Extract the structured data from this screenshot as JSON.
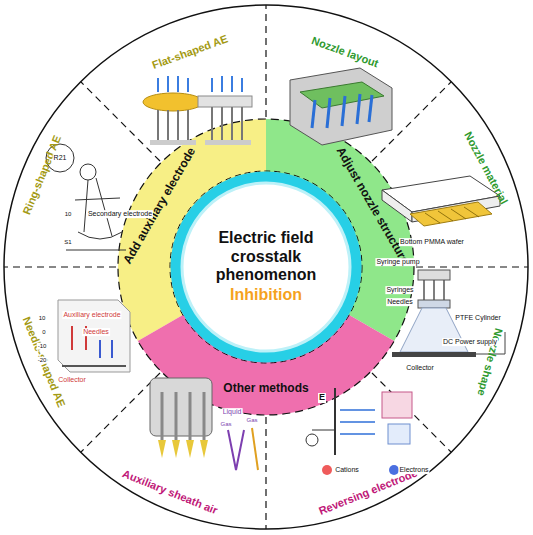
{
  "diagram": {
    "nodes": [
      {
        "text": [
          "Flat-shaped AE"
        ]
      },
      {
        "text": [
          "Nozzle layout"
        ]
      },
      {
        "text": [
          "Ring-shaped AE"
        ]
      },
      {
        "text": [
          "Nozzle material"
        ]
      },
      {
        "text": [
          "Add auxiliary electrode"
        ]
      },
      {
        "text": [
          "Adjust nozzle structure"
        ]
      },
      {
        "text": [
          "Electric field crosstalk phenomenon",
          "Inhibition"
        ]
      },
      {
        "text": [
          "Other methods"
        ]
      },
      {
        "text": [
          "Needle-shaped AE"
        ]
      },
      {
        "text": [
          "Nozzle shape"
        ]
      },
      {
        "text": [
          "Auxiliary sheath air"
        ]
      },
      {
        "text": [
          "Reversing electrode"
        ]
      }
    ],
    "labels": [
      "Bottom PMMA wafer",
      "Syringe pump",
      "Syringes",
      "Needles",
      "PTFE Cylinder",
      "DC Power supply",
      "Collector",
      "E",
      "Cations",
      "Electrons",
      "Liquid",
      "Gas",
      "Gas",
      "Auxiliary electrode",
      "Needles",
      "Collector",
      "10",
      "0",
      "-10",
      "-20",
      "R21",
      "Secondary electrode",
      "10",
      "S1"
    ]
  }
}
